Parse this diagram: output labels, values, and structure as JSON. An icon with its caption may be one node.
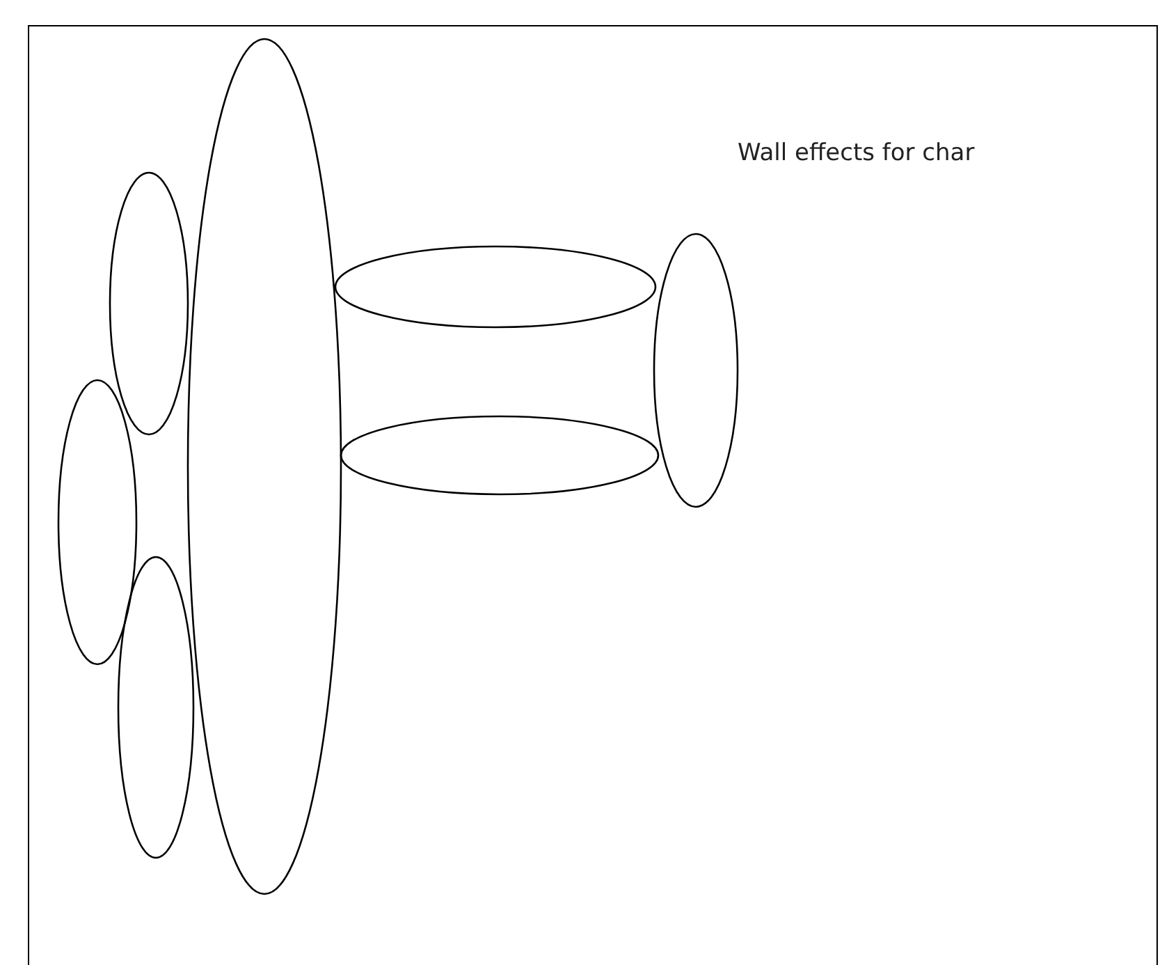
{
  "diagram": {
    "title": "Wall effects for char",
    "nodes": [
      {
        "text": [],
        "shape": "ellipse"
      },
      {
        "text": [],
        "shape": "ellipse"
      },
      {
        "text": [],
        "shape": "ellipse"
      },
      {
        "text": [],
        "shape": "ellipse"
      },
      {
        "text": [],
        "shape": "ellipse"
      },
      {
        "text": [],
        "shape": "ellipse"
      },
      {
        "text": [],
        "shape": "ellipse"
      }
    ]
  }
}
